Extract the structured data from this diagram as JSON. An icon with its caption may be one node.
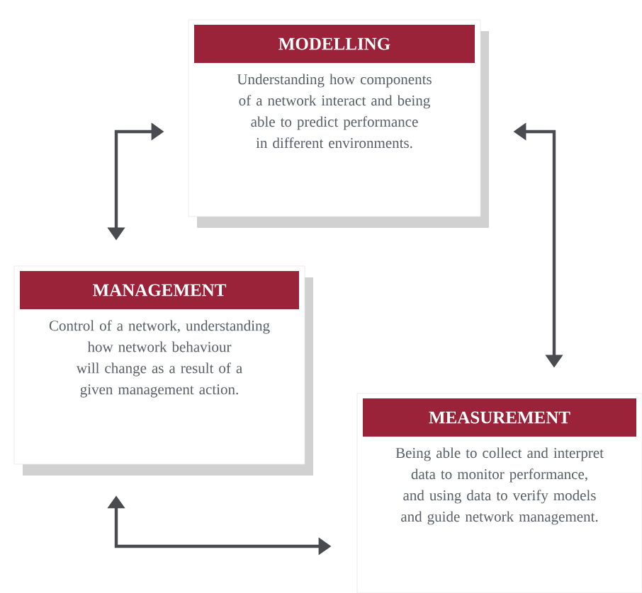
{
  "diagram": {
    "nodes": [
      {
        "text": [
          "MODELLING",
          "Understanding how components of a network interact and being able to predict performance in different environments."
        ]
      },
      {
        "text": [
          "MANAGEMENT",
          "Control of a network, understanding how network behaviour will change as a result of a given management action."
        ]
      },
      {
        "text": [
          "MEASUREMENT",
          "Being able to collect and interpret data to monitor performance, and using data to verify models and guide network management."
        ]
      }
    ],
    "edges": [
      {
        "from": 0,
        "to": 1,
        "arrow": "both"
      },
      {
        "from": 0,
        "to": 2,
        "arrow": "both"
      },
      {
        "from": 1,
        "to": 2,
        "arrow": "both"
      }
    ]
  }
}
